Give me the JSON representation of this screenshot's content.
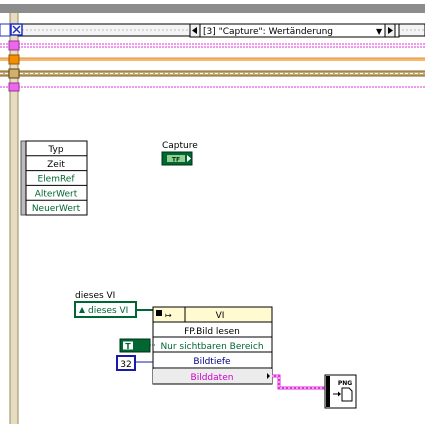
{
  "case_selector": {
    "label": "[3] \"Capture\": Wertänderung",
    "arrow": "▼",
    "index_color": "#9a9a9a",
    "text_color": "#000000"
  },
  "event_data": {
    "items": [
      "Typ",
      "Zeit",
      "ElemRef",
      "AlterWert",
      "NeuerWert"
    ],
    "text_colors": [
      "#000000",
      "#000000",
      "#006633",
      "#006633",
      "#006633"
    ]
  },
  "capture": {
    "label": "Capture",
    "terminal": "TF"
  },
  "this_vi": {
    "label": "dieses VI",
    "constant": "dieses VI"
  },
  "property_node": {
    "class": "VI",
    "rows": [
      "FP.Bild lesen",
      "Nur sichtbaren Bereich",
      "Bildtiefe",
      "Bilddaten"
    ],
    "row_colors": [
      "#000000",
      "#006633",
      "#000080",
      "#cc00cc"
    ]
  },
  "bool_const": {
    "label": "T"
  },
  "num_const": {
    "value": "32"
  },
  "png_vi": {
    "label": "PNG"
  },
  "colors": {
    "error_wire": "#a08020",
    "pink_wire": "#dd33dd",
    "tunnel_orange": "#f09000",
    "green": "#006633",
    "blue": "#1a1aaa"
  }
}
